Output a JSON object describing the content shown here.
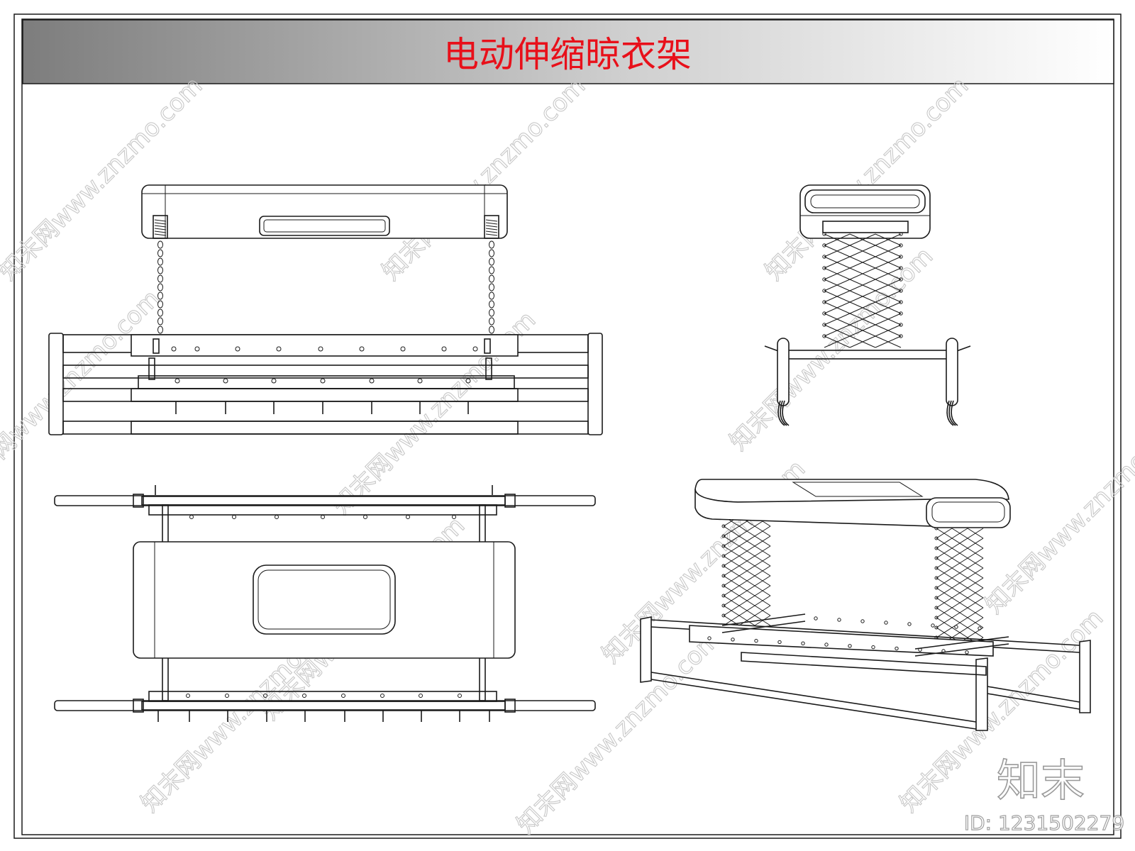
{
  "title": "电动伸缩晾衣架",
  "brand": {
    "name": "知末",
    "id_label": "ID: 1231502279"
  },
  "watermark": {
    "text": "知末网www.znzmo.com"
  },
  "views": [
    {
      "name": "front-elevation"
    },
    {
      "name": "side-elevation"
    },
    {
      "name": "plan-view"
    },
    {
      "name": "isometric-view"
    }
  ],
  "colors": {
    "title": "#e8101a",
    "line": "#1a1a1a",
    "header_dark": "#7d7d7d",
    "header_light": "#ffffff",
    "watermark": "#c8c8c8"
  }
}
